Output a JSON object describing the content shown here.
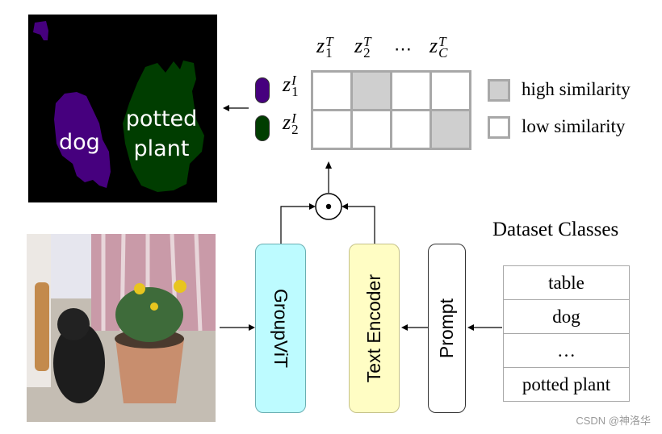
{
  "segmentation": {
    "labels": [
      "dog",
      "potted plant"
    ],
    "colors": {
      "dog": "#46007e",
      "potted_plant": "#003d00"
    },
    "label_dog": "dog",
    "label_plant_line1": "potted",
    "label_plant_line2": "plant"
  },
  "similarity_matrix": {
    "column_headers": [
      {
        "base": "z",
        "sup": "T",
        "sub": "1"
      },
      {
        "base": "z",
        "sup": "T",
        "sub": "2"
      },
      {
        "ellipsis": "⋯"
      },
      {
        "base": "z",
        "sup": "T",
        "sub": "C"
      }
    ],
    "row_headers": [
      {
        "base": "z",
        "sup": "I",
        "sub": "1",
        "pill_color": "#46007e"
      },
      {
        "base": "z",
        "sup": "I",
        "sub": "2",
        "pill_color": "#003d00"
      }
    ],
    "cells": [
      [
        "low",
        "high",
        "low",
        "low"
      ],
      [
        "low",
        "low",
        "low",
        "high"
      ]
    ]
  },
  "legend": {
    "high": "high similarity",
    "low": "low similarity",
    "high_color": "#cfcfcf",
    "low_color": "#ffffff"
  },
  "operator": {
    "symbol": "dot-product-icon"
  },
  "blocks": {
    "image_encoder": {
      "label": "GroupViT",
      "color": "#bdfbff"
    },
    "text_encoder": {
      "label": "Text Encoder",
      "color": "#fffdc4"
    },
    "prompt": {
      "label": "Prompt",
      "color": "#ffffff"
    }
  },
  "dataset": {
    "title": "Dataset Classes",
    "classes": [
      "table",
      "dog",
      "…",
      "potted plant"
    ]
  },
  "watermark": "CSDN @神洛华"
}
